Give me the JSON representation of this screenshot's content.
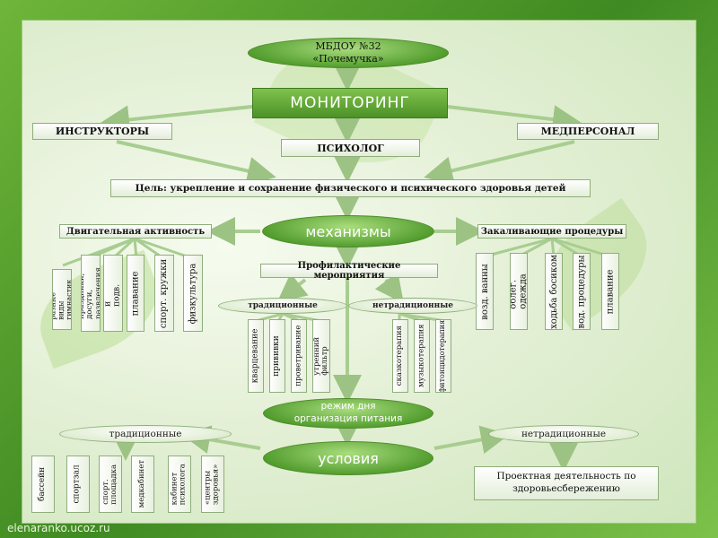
{
  "header": {
    "line1": "МБДОУ №32",
    "line2": "«Почемучка»"
  },
  "monitoring": "МОНИТОРИНГ",
  "instructors": "ИНСТРУКТОРЫ",
  "medstaff": "МЕДПЕРСОНАЛ",
  "psychologist": "ПСИХОЛОГ",
  "goal": "Цель: укрепление  и сохранение физического и психического здоровья детей",
  "mechanisms": "механизмы",
  "motor": {
    "title": "Двигательная активность",
    "items": [
      "разные виды гимнастик",
      "праздники, досуги, развлечения",
      "спорт. и подв. игры",
      "плавание",
      "спорт. кружки",
      "физкультура"
    ]
  },
  "hardening": {
    "title": "Закаливающие процедуры",
    "items": [
      "возд. ванны",
      "облег. одежда",
      "ходьба босиком",
      "вод. процедуры",
      "плавание"
    ]
  },
  "prevention": {
    "title": "Профилактические мероприятия",
    "traditional": "традиционные",
    "nontraditional": "нетрадиционные",
    "trad_items": [
      "кварцевание",
      "прививки",
      "проветривание",
      "утренний фильтр"
    ],
    "nontrad_items": [
      "сказкотерапия",
      "музыкотерапия",
      "фитонцидотерапия"
    ]
  },
  "regime": {
    "line1": "режим дня",
    "line2": "организация питания"
  },
  "conditions": {
    "title": "условия",
    "traditional": "традиционные",
    "nontraditional": "нетрадиционные",
    "trad_items": [
      "бассейн",
      "спортзал",
      "спорт. площадка",
      "медкабинет",
      "кабинет психолога",
      "«центры здоровья»"
    ],
    "project": "Проектная деятельность по здоровьесбережению"
  },
  "footer": "elenaranko.ucoz.ru",
  "colors": {
    "green": "#4f9a2b",
    "arrow": "#a3c98a"
  }
}
